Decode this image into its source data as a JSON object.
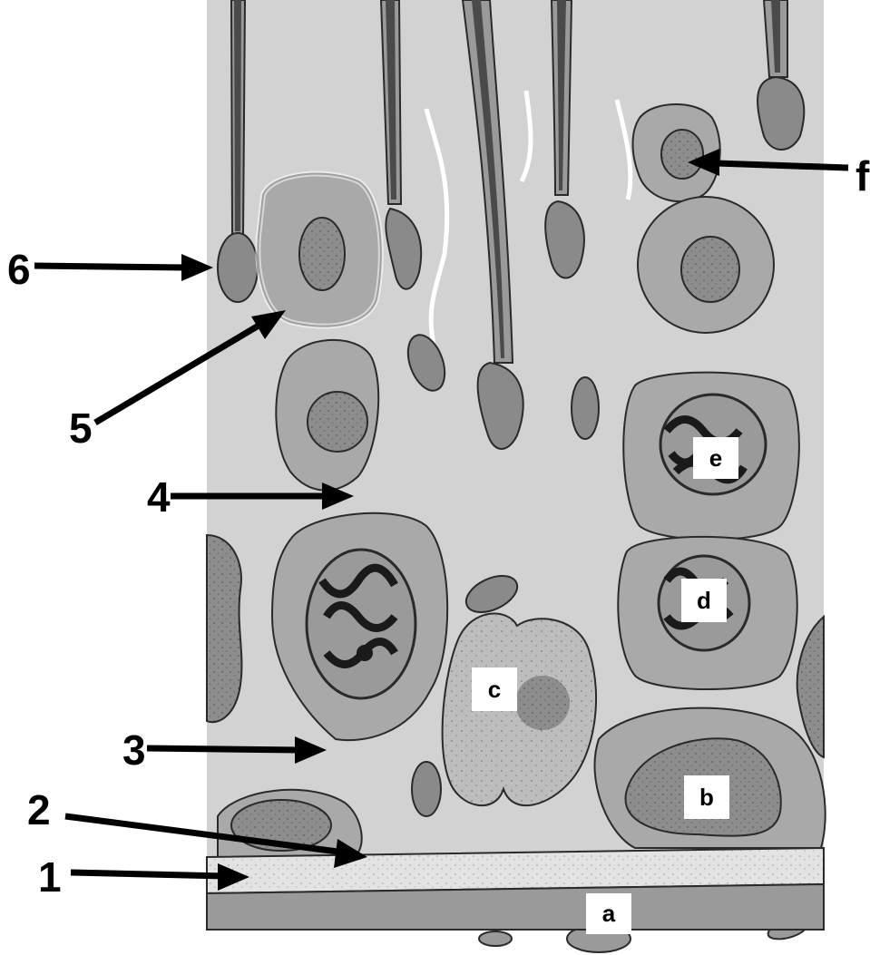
{
  "labels": {
    "numbers": [
      "1",
      "2",
      "3",
      "4",
      "5",
      "6"
    ],
    "letters": [
      "a",
      "b",
      "c",
      "d",
      "e",
      "f"
    ]
  },
  "colors": {
    "background": "#d2d2d2",
    "cell_fill": "#a9a9a9",
    "nucleus_fill": "#8a8a8a",
    "membrane": "#ffffff",
    "outline": "#2a2a2a",
    "basal_lamina": "#e4e4e4"
  }
}
